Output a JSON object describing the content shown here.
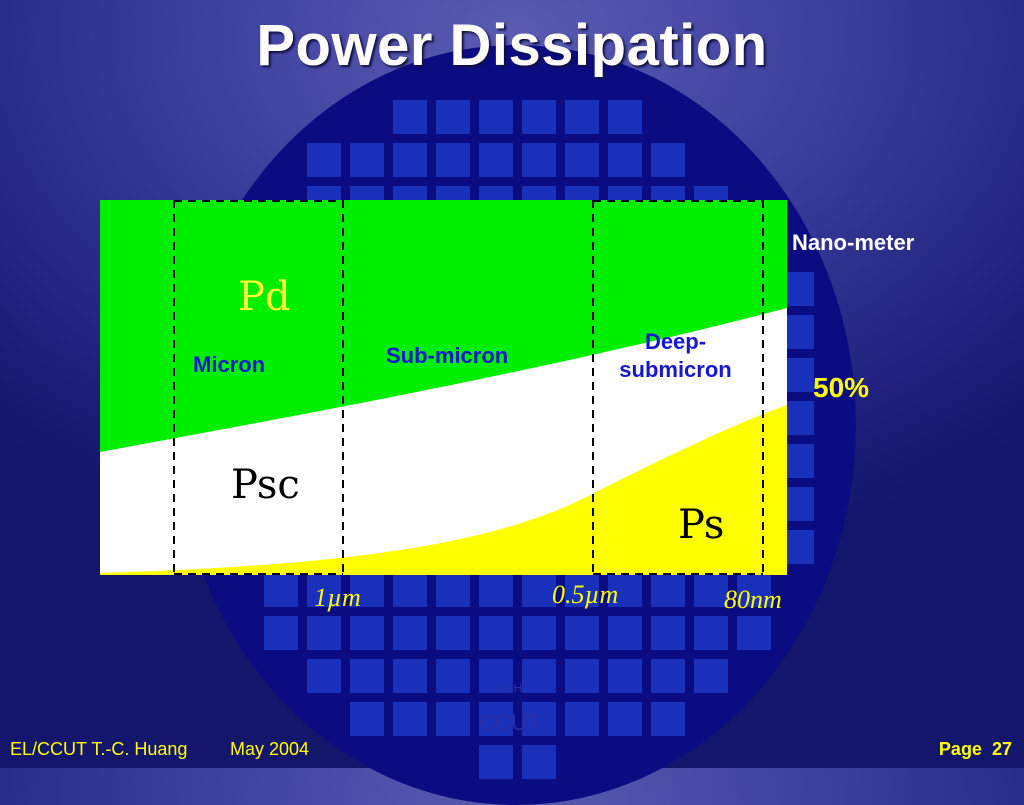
{
  "title": "Power Dissipation",
  "labels": {
    "pd": "Pd",
    "psc": "Psc",
    "ps": "Ps",
    "micron": "Micron",
    "submicron": "Sub-micron",
    "deep_submicron_line1": "Deep-",
    "deep_submicron_line2": "submicron",
    "nano_meter": "Nano-meter",
    "percent": "50%"
  },
  "ticks": {
    "t1": "1µm",
    "t2": "0.5µm",
    "t3": "80nm"
  },
  "footer": {
    "author": "EL/CCUT T.-C. Huang",
    "date": "May 2004",
    "page_label": "Page",
    "page_number": "27"
  },
  "watermark": {
    "small": "TCH",
    "large": "CCUT"
  },
  "colors": {
    "pd_region": "#00ee00",
    "psc_region": "#ffffff",
    "ps_region": "#ffff00",
    "region_text": "#1717ce",
    "tick_text": "#ffff00",
    "footer_text": "#ffff00"
  }
}
